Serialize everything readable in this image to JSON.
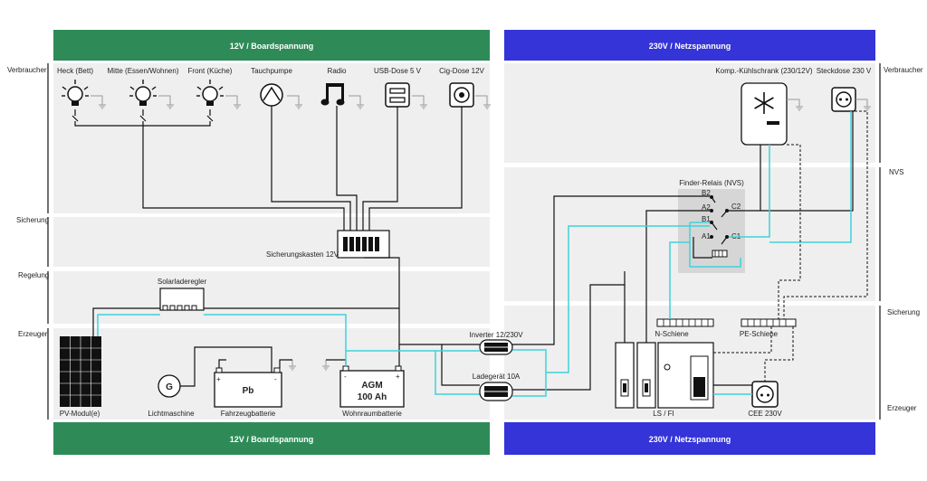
{
  "headers": {
    "top_left": "12V / Boardspannung",
    "top_right": "230V / Netzspannung",
    "bottom_left": "12V / Boardspannung",
    "bottom_right": "230V / Netzspannung"
  },
  "rows_left": {
    "consumers": "Verbraucher",
    "fuse": "Sicherung",
    "regulation": "Regelung",
    "producers": "Erzeuger"
  },
  "rows_right": {
    "consumers": "Verbraucher",
    "nvs": "NVS",
    "fuse": "Sicherung",
    "producers": "Erzeuger"
  },
  "consumers_12v": [
    {
      "label": "Heck (Bett)",
      "icon": "bulb-icon"
    },
    {
      "label": "Mitte (Essen/Wohnen)",
      "icon": "bulb-icon"
    },
    {
      "label": "Front (Küche)",
      "icon": "bulb-icon"
    },
    {
      "label": "Tauchpumpe",
      "icon": "pump-icon"
    },
    {
      "label": "Radio",
      "icon": "music-note-icon"
    },
    {
      "label": "USB-Dose 5 V",
      "icon": "usb-socket-icon"
    },
    {
      "label": "Cig-Dose 12V",
      "icon": "cigarette-socket-icon"
    }
  ],
  "consumers_230v": [
    {
      "label": "Komp.-Kühlschrank (230/12V)",
      "icon": "snowflake-icon"
    },
    {
      "label": "Steckdose 230 V",
      "icon": "socket-icon"
    }
  ],
  "components": {
    "fusebox": "Sicherungskasten 12V",
    "solar_controller": "Solarladeregler",
    "pv": "PV-Modul(e)",
    "generator": "Lichtmaschine",
    "generator_symbol": "G",
    "vehicle_battery_label": "Fahrzeugbatterie",
    "vehicle_battery_text": "Pb",
    "house_battery_label": "Wohnraumbatterie",
    "house_battery_line1": "AGM",
    "house_battery_line2": "100 Ah",
    "inverter": "Inverter 12/230V",
    "charger": "Ladegerät 10A",
    "relay": "Finder-Relais (NVS)",
    "relay_pins": [
      "B2",
      "A2",
      "B1",
      "A1",
      "C2",
      "C1"
    ],
    "n_rail": "N-Schiene",
    "pe_rail": "PE-Schiene",
    "ls_fi": "LS / FI",
    "cee": "CEE 230V",
    "plus": "+",
    "minus": "-"
  },
  "colors": {
    "green_band": "#2e8b57",
    "blue_band": "#3434d8",
    "zone_grey": "#efefef",
    "relay_grey": "#d6d6d6",
    "cyan_wire": "#3fd2dc",
    "black_wire": "#111111"
  }
}
